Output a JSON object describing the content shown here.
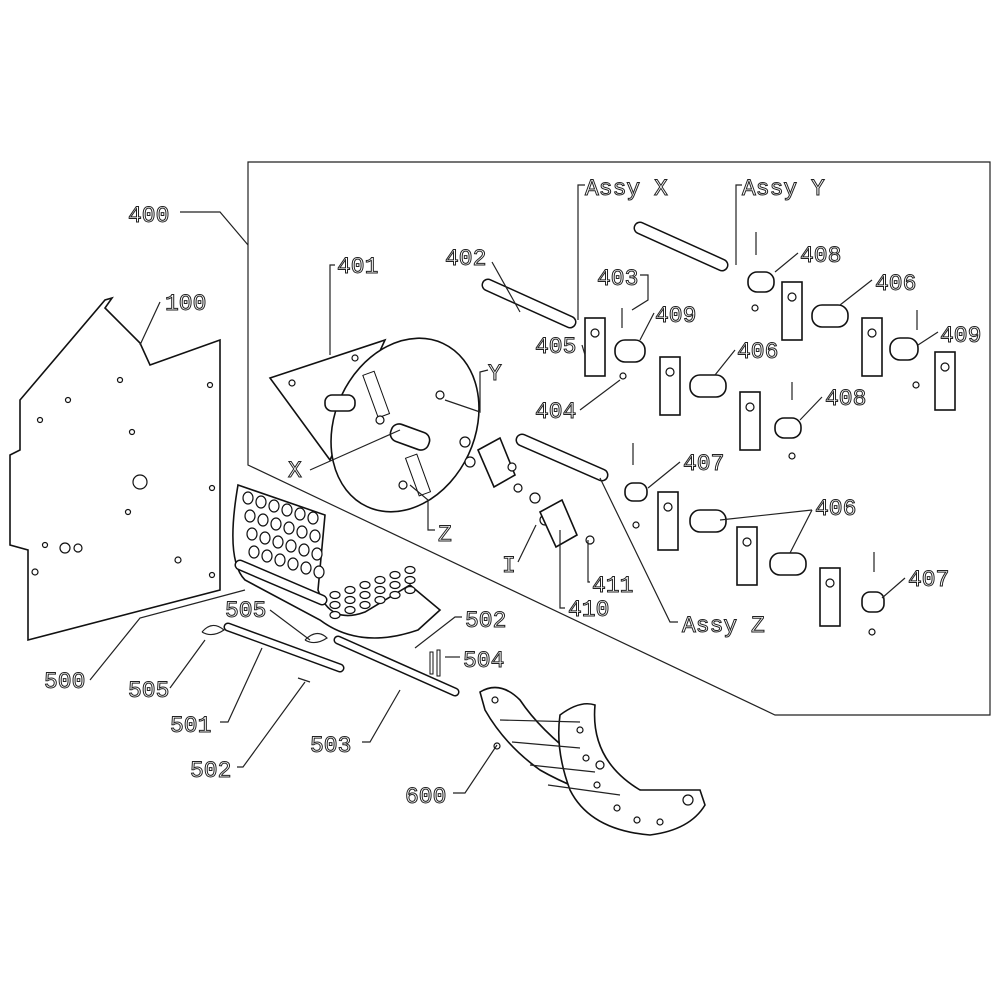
{
  "title": "Exploded parts diagram",
  "labels": [
    {
      "text": "400"
    },
    {
      "text": "100"
    },
    {
      "text": "401"
    },
    {
      "text": "402"
    },
    {
      "text": "Assy X"
    },
    {
      "text": "Assy Y"
    },
    {
      "text": "403"
    },
    {
      "text": "408"
    },
    {
      "text": "406"
    },
    {
      "text": "409"
    },
    {
      "text": "409"
    },
    {
      "text": "405"
    },
    {
      "text": "406"
    },
    {
      "text": "404"
    },
    {
      "text": "408"
    },
    {
      "text": "Y"
    },
    {
      "text": "X"
    },
    {
      "text": "Z"
    },
    {
      "text": "407"
    },
    {
      "text": "406"
    },
    {
      "text": "I"
    },
    {
      "text": "411"
    },
    {
      "text": "410"
    },
    {
      "text": "Assy Z"
    },
    {
      "text": "407"
    },
    {
      "text": "505"
    },
    {
      "text": "502"
    },
    {
      "text": "504"
    },
    {
      "text": "500"
    },
    {
      "text": "505"
    },
    {
      "text": "501"
    },
    {
      "text": "503"
    },
    {
      "text": "502"
    },
    {
      "text": "600"
    }
  ]
}
